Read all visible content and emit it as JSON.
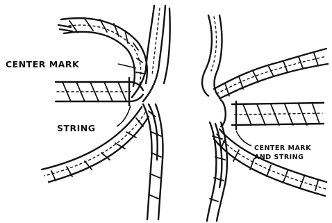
{
  "figure": {
    "labels": {
      "center_mark": "CENTER MARK",
      "string": "STRING",
      "center_mark_and_string_line1": "CENTER MARK",
      "center_mark_and_string_line2": "AND STRING"
    },
    "colors": {
      "ink": "#111111",
      "background": "#ffffff"
    }
  }
}
